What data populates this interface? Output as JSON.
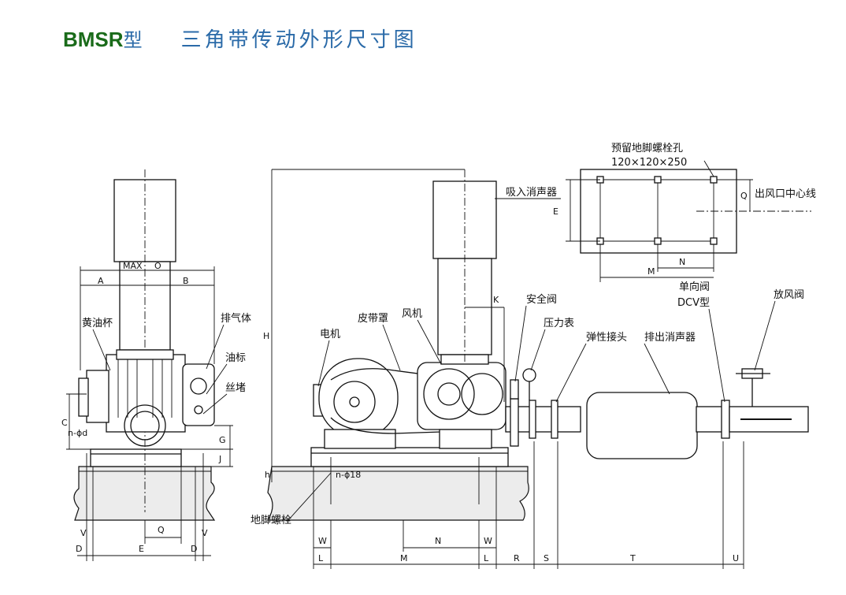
{
  "title": {
    "model": "BMSR",
    "type": "型",
    "main": "三角带传动外形尺寸图"
  },
  "left_view": {
    "dims": {
      "max": "MAX",
      "o": "O",
      "a": "A",
      "b": "B",
      "c": "C",
      "g": "G",
      "j": "J",
      "n_phi": "n-ϕd",
      "q": "Q",
      "v1": "V",
      "v2": "V",
      "d1": "D",
      "e": "E",
      "d2": "D"
    },
    "labels": {
      "grease_cup": "黄油杯",
      "exhaust_body": "排气体",
      "oil_gauge": "油标",
      "plug": "丝堵"
    }
  },
  "front_view": {
    "dims": {
      "h_big": "H",
      "k": "K",
      "h_small": "h",
      "n_phi18": "n-ϕ18",
      "w1": "W",
      "n": "N",
      "w2": "W",
      "l1": "L",
      "m": "M",
      "l2": "L",
      "r": "R",
      "s": "S",
      "t": "T",
      "u": "U"
    },
    "labels": {
      "motor": "电机",
      "belt_guard": "皮带罩",
      "blower": "风机",
      "inlet_silencer": "吸入消声器",
      "safety_valve": "安全阀",
      "pressure_gauge": "压力表",
      "flex_joint": "弹性接头",
      "outlet_silencer": "排出消声器",
      "check_valve": "单向阀",
      "check_valve_type": "DCV型",
      "vent_valve": "放风阀",
      "anchor_bolt": "地脚螺栓"
    }
  },
  "plan_view": {
    "labels": {
      "anchor_holes": "预留地脚螺栓孔",
      "hole_size": "120×120×250",
      "outlet_center": "出风口中心线"
    },
    "dims": {
      "e": "E",
      "q": "Q",
      "m": "M",
      "n": "N"
    }
  }
}
